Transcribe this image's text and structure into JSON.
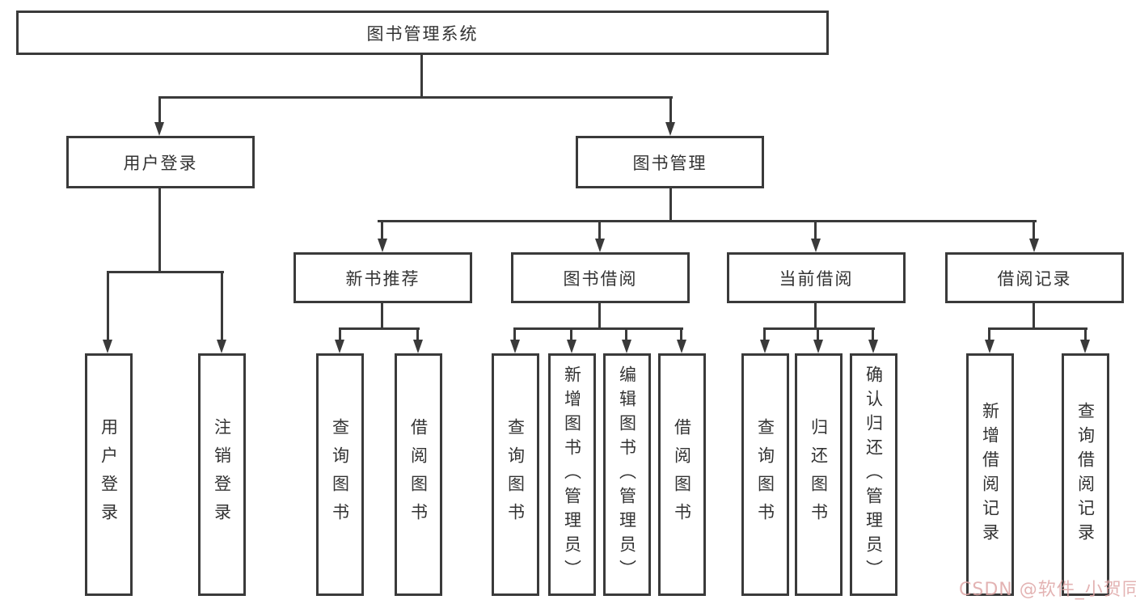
{
  "tree": {
    "root": {
      "label": "图书管理系统"
    },
    "user_login": {
      "label": "用户登录",
      "children": [
        {
          "label": "用户登录"
        },
        {
          "label": "注销登录"
        }
      ]
    },
    "book_mgmt": {
      "label": "图书管理",
      "groups": [
        {
          "label": "新书推荐",
          "children": [
            {
              "label": "查询图书"
            },
            {
              "label": "借阅图书"
            }
          ]
        },
        {
          "label": "图书借阅",
          "children": [
            {
              "label": "查询图书"
            },
            {
              "label": "新增图书（管理员）"
            },
            {
              "label": "编辑图书（管理员）"
            },
            {
              "label": "借阅图书"
            }
          ]
        },
        {
          "label": "当前借阅",
          "children": [
            {
              "label": "查询图书"
            },
            {
              "label": "归还图书"
            },
            {
              "label": "确认归还（管理员）"
            }
          ]
        },
        {
          "label": "借阅记录",
          "children": [
            {
              "label": "新增借阅记录"
            },
            {
              "label": "查询借阅记录"
            }
          ]
        }
      ]
    }
  },
  "watermark": {
    "text": "CSDN @软件_小贺同学"
  },
  "colors": {
    "line": "#3a3a3a",
    "text": "#333333",
    "watermark": "#dfa6a6"
  }
}
